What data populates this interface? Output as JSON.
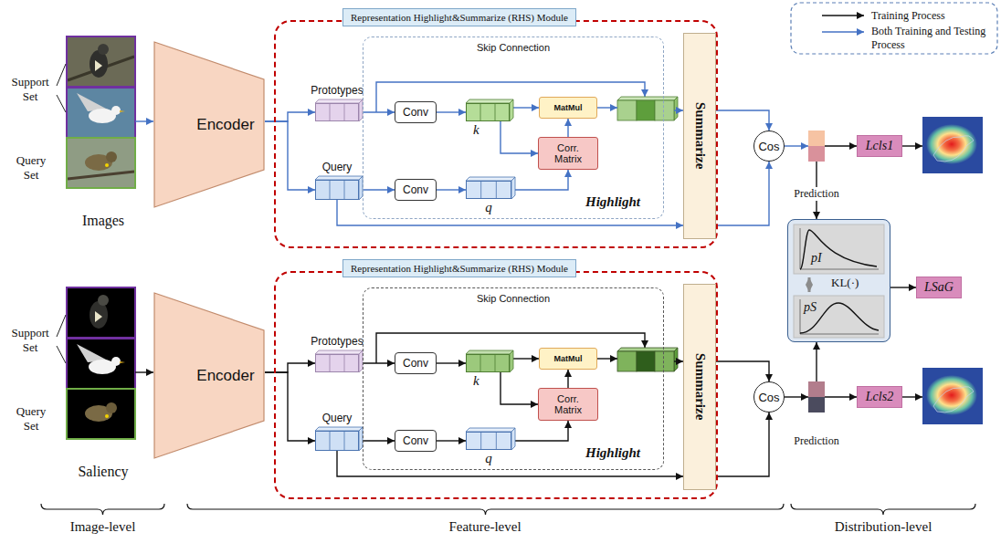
{
  "diagram": {
    "nodes": [
      {
        "text": [
          "Encoder"
        ]
      },
      {
        "text": [
          "Representation Highlight&Summarize (RHS) Module"
        ]
      },
      {
        "text": [
          "Prototypes"
        ],
        "in": 1
      },
      {
        "text": [
          "Query"
        ],
        "in": 1
      },
      {
        "text": [
          "Skip Connection",
          "Highlight"
        ],
        "in": 1
      },
      {
        "text": [
          "Conv"
        ],
        "in": 4
      },
      {
        "text": [
          "k"
        ],
        "in": 4
      },
      {
        "text": [
          "MatMul"
        ],
        "in": 4
      },
      {
        "text": [
          "Corr. Matrix"
        ],
        "in": 4
      },
      {
        "text": [
          "Conv"
        ],
        "in": 4
      },
      {
        "text": [
          "q"
        ],
        "in": 4
      },
      {
        "text": [
          "Summarize"
        ],
        "in": 1
      },
      {
        "text": [
          "Cos"
        ]
      },
      {
        "text": [
          "Prediction"
        ]
      },
      {
        "text": [
          "Lcls1"
        ]
      },
      {
        "text": [
          "pI",
          "KL(·)",
          "pS"
        ]
      },
      {
        "text": [
          "LSaG"
        ]
      },
      {
        "text": [
          "Encoder"
        ]
      },
      {
        "text": [
          "Representation Highlight&Summarize (RHS) Module"
        ]
      },
      {
        "text": [
          "Prototypes"
        ],
        "in": 18
      },
      {
        "text": [
          "Query"
        ],
        "in": 18
      },
      {
        "text": [
          "Skip Connection",
          "Highlight"
        ],
        "in": 18
      },
      {
        "text": [
          "Conv"
        ],
        "in": 21
      },
      {
        "text": [
          "k"
        ],
        "in": 21
      },
      {
        "text": [
          "MatMul"
        ],
        "in": 21
      },
      {
        "text": [
          "Corr. Matrix"
        ],
        "in": 21
      },
      {
        "text": [
          "Conv"
        ],
        "in": 21
      },
      {
        "text": [
          "q"
        ],
        "in": 21
      },
      {
        "text": [
          "Summarize"
        ],
        "in": 18
      },
      {
        "text": [
          "Cos"
        ]
      },
      {
        "text": [
          "Prediction"
        ]
      },
      {
        "text": [
          "Lcls2"
        ]
      }
    ],
    "edges": [
      {
        "from": 0,
        "to": 2,
        "arrow": "to"
      },
      {
        "from": 0,
        "to": 3,
        "arrow": "to"
      },
      {
        "from": 2,
        "to": 5,
        "arrow": "to"
      },
      {
        "from": 3,
        "to": 9,
        "arrow": "to"
      },
      {
        "from": 5,
        "to": 6,
        "arrow": "to"
      },
      {
        "from": 9,
        "to": 10,
        "arrow": "to"
      },
      {
        "from": 6,
        "to": 7,
        "arrow": "to"
      },
      {
        "from": 6,
        "to": 8,
        "arrow": "to"
      },
      {
        "from": 10,
        "to": 8,
        "arrow": "to"
      },
      {
        "from": 8,
        "to": 7,
        "arrow": "to"
      },
      {
        "from": 3,
        "to": 11,
        "arrow": "to"
      },
      {
        "from": 11,
        "to": 12,
        "arrow": "to"
      },
      {
        "from": 11,
        "to": 12,
        "arrow": "to"
      },
      {
        "from": 12,
        "to": 13,
        "arrow": "to"
      },
      {
        "from": 13,
        "to": 14,
        "arrow": "to"
      },
      {
        "from": 13,
        "to": 15,
        "arrow": "to"
      },
      {
        "from": 15,
        "to": 16,
        "arrow": "to"
      },
      {
        "from": 17,
        "to": 19,
        "arrow": "to"
      },
      {
        "from": 17,
        "to": 20,
        "arrow": "to"
      },
      {
        "from": 19,
        "to": 22,
        "arrow": "to"
      },
      {
        "from": 20,
        "to": 26,
        "arrow": "to"
      },
      {
        "from": 22,
        "to": 23,
        "arrow": "to"
      },
      {
        "from": 26,
        "to": 27,
        "arrow": "to"
      },
      {
        "from": 23,
        "to": 24,
        "arrow": "to"
      },
      {
        "from": 23,
        "to": 25,
        "arrow": "to"
      },
      {
        "from": 27,
        "to": 25,
        "arrow": "to"
      },
      {
        "from": 25,
        "to": 24,
        "arrow": "to"
      },
      {
        "from": 20,
        "to": 28,
        "arrow": "to"
      },
      {
        "from": 28,
        "to": 29,
        "arrow": "to"
      },
      {
        "from": 28,
        "to": 29,
        "arrow": "to"
      },
      {
        "from": 29,
        "to": 30,
        "arrow": "to"
      },
      {
        "from": 30,
        "to": 31,
        "arrow": "to"
      },
      {
        "from": 30,
        "to": 15,
        "arrow": "to"
      }
    ],
    "labels": [
      "Support Set",
      "Query Set",
      "Images",
      "Support Set",
      "Query Set",
      "Saliency",
      "Image-level",
      "Feature-level",
      "Distribution-level"
    ],
    "legend": [
      {
        "text": "Training Process"
      },
      {
        "text": "Both Training and Testing Process"
      }
    ]
  }
}
